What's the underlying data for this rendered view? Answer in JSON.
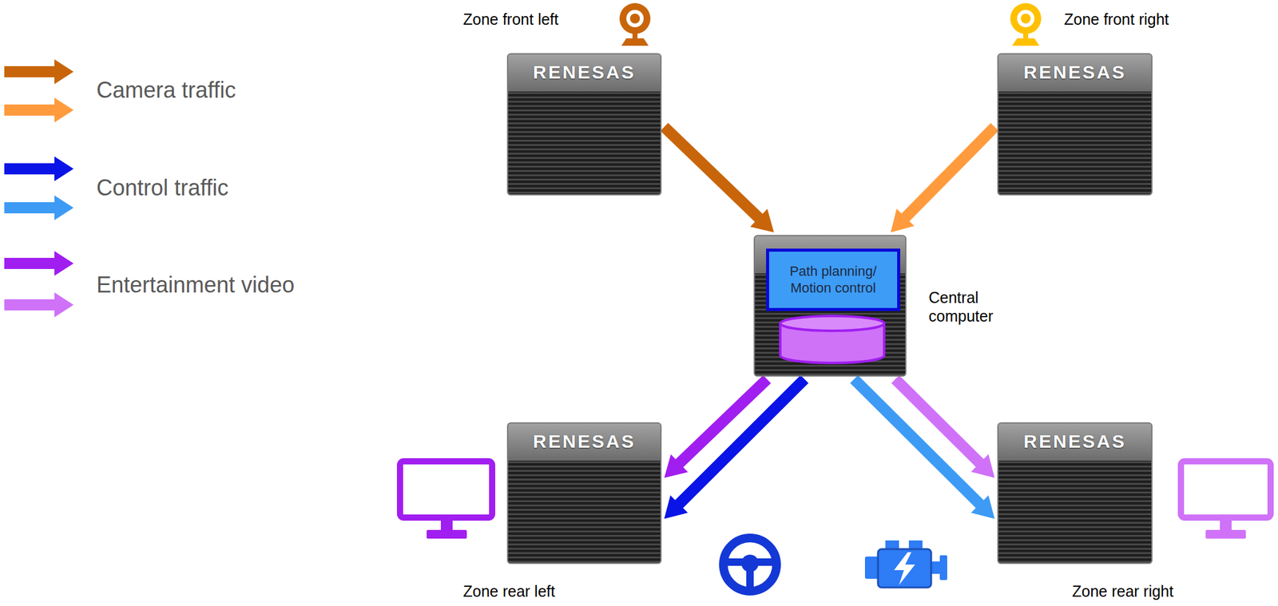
{
  "diagram": {
    "nodes": [
      {
        "text": [
          "Zone front left",
          "RENESAS"
        ]
      },
      {
        "text": [
          "Zone front right",
          "RENESAS"
        ]
      },
      {
        "text": [
          "Central computer"
        ]
      },
      {
        "text": [
          "Path planning/ Motion control"
        ],
        "in": 2
      },
      {
        "text": [
          "Zone rear left",
          "RENESAS"
        ]
      },
      {
        "text": [
          "Zone rear right",
          "RENESAS"
        ]
      }
    ],
    "edges": [
      {
        "from": 0,
        "to": 2,
        "arrow": "to"
      },
      {
        "from": 1,
        "to": 2,
        "arrow": "to"
      },
      {
        "from": 2,
        "to": 4,
        "arrow": "to"
      },
      {
        "from": 2,
        "to": 4,
        "arrow": "to"
      },
      {
        "from": 2,
        "to": 5,
        "arrow": "to"
      },
      {
        "from": 2,
        "to": 5,
        "arrow": "to"
      }
    ],
    "legend": [
      {
        "text": "Camera traffic"
      },
      {
        "text": "Control traffic"
      },
      {
        "text": "Entertainment video"
      }
    ]
  }
}
